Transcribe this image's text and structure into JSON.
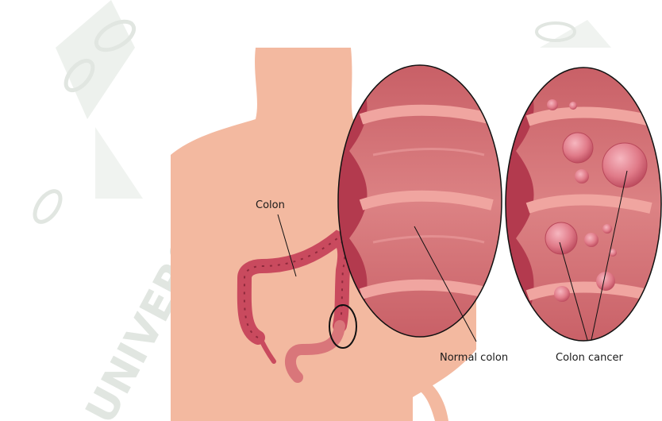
{
  "diagram": {
    "labels": {
      "colon": "Colon",
      "normal": "Normal colon",
      "cancer": "Colon cancer"
    },
    "watermark": {
      "text": "UNIVERSIDAD",
      "color": "#c9d2c9"
    },
    "colors": {
      "skin": "#f3b9a0",
      "colon": "#c94a5e",
      "colon_dark": "#8f2a3c",
      "inner_wall": "#d9767a",
      "inner_light": "#e8999a",
      "tumor": "#e07a88",
      "tumor_dark": "#b9475a"
    }
  }
}
